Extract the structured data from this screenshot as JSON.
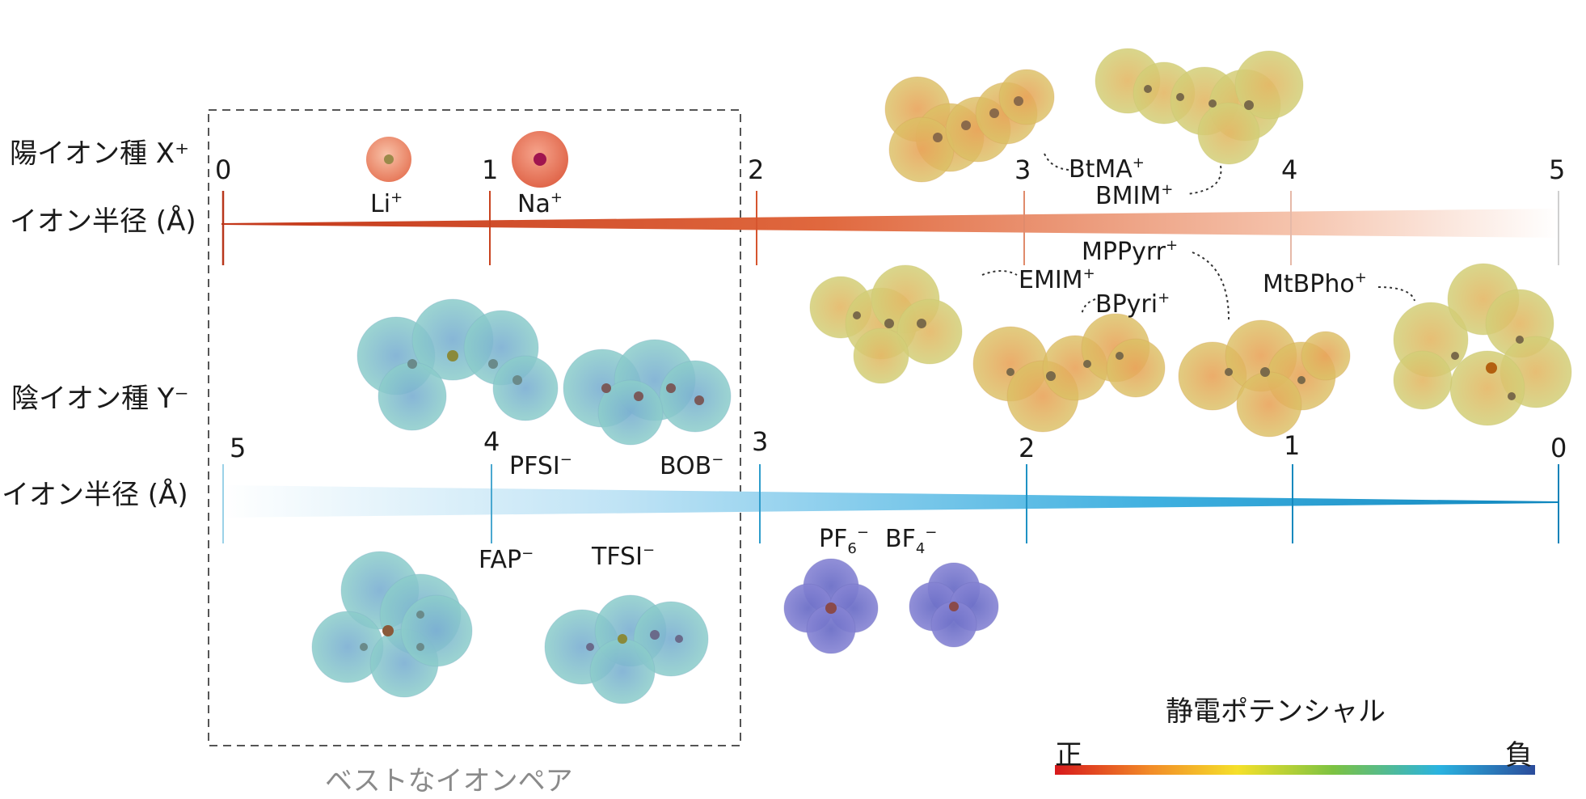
{
  "cation": {
    "row_label": "陽イオン種 X⁺",
    "axis_label": "イオン半径 (Å)",
    "ticks": [
      "0",
      "1",
      "2",
      "3",
      "4",
      "5"
    ],
    "species": [
      "Li",
      "Na",
      "BtMA",
      "BMIM",
      "EMIM",
      "MPPyrr",
      "BPyri",
      "MtBPho"
    ],
    "charge": "+"
  },
  "anion": {
    "row_label": "陰イオン種 Y⁻",
    "axis_label": "イオン半径 (Å)",
    "ticks": [
      "5",
      "4",
      "3",
      "2",
      "1",
      "0"
    ],
    "species": [
      "PFSI",
      "BOB",
      "FAP",
      "TFSI",
      "PF",
      "BF"
    ],
    "subscripts": [
      "6",
      "4"
    ],
    "charge": "−"
  },
  "best_pair_caption": "ベストなイオンペア",
  "legend": {
    "title": "静電ポテンシャル",
    "positive": "正",
    "negative": "負",
    "colors": [
      "#d7191c",
      "#f28c28",
      "#f5e02a",
      "#7cc242",
      "#2ab3e0",
      "#2b4c9b"
    ]
  },
  "colors": {
    "cation_axis": "#c9431f",
    "anion_axis": "#1b8fc4"
  }
}
